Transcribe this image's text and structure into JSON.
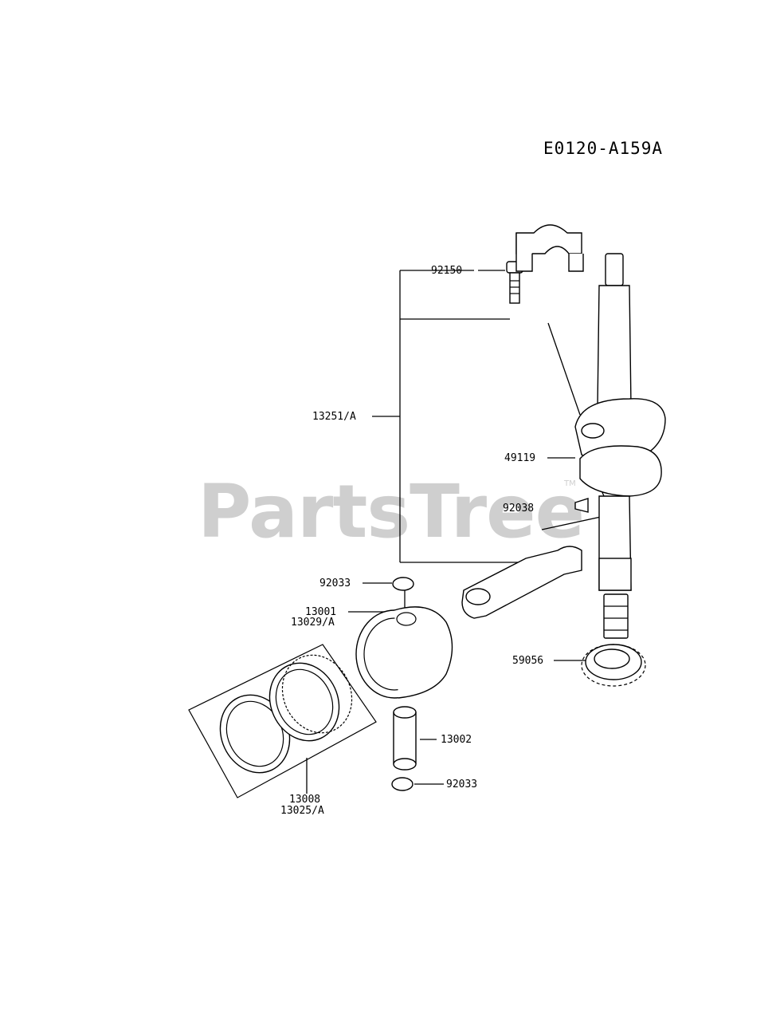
{
  "watermark": {
    "text": "PartsTree",
    "trademark": "TM"
  },
  "drawing_code": "E0120-A159A",
  "part_labels": {
    "p92150": "92150",
    "p13251a": "13251/A",
    "p49119": "49119",
    "p92038": "92038",
    "p92033_top": "92033",
    "p13001": "13001",
    "p13029a": "13029/A",
    "p59056": "59056",
    "p13002": "13002",
    "p92033_bottom": "92033",
    "p13008": "13008",
    "p13025a": "13025/A"
  }
}
